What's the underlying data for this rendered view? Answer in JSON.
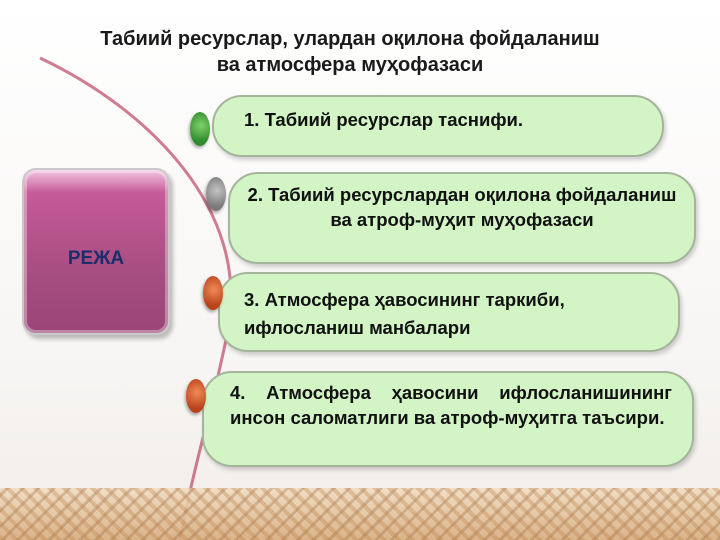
{
  "slide": {
    "title_line1": "Табиий ресурслар, улардан оқилона фойдаланиш",
    "title_line2": "ва атмосфера муҳофазаси",
    "plan_label": "РЕЖА",
    "items": [
      {
        "text": "1. Табиий ресурслар таснифи."
      },
      {
        "text": "2. Табиий ресурслардан оқилона фойдаланиш ва атроф-муҳит муҳофазаси"
      },
      {
        "text": "3. Атмосфера ҳавосининг таркиби, ифлосланиш манбалари"
      },
      {
        "text": "4. Атмосфера ҳавосини ифлосланишининг инсон саломатлиги ва атроф-муҳитга таъсири."
      }
    ],
    "bullet_colors": [
      "#2e8a2a",
      "#7a7a7a",
      "#b8421a",
      "#b8421a"
    ],
    "accent_colors": {
      "plan_box": "#a84e82",
      "item_fill": "#d3f5c6",
      "arc": "#c0506e"
    }
  }
}
